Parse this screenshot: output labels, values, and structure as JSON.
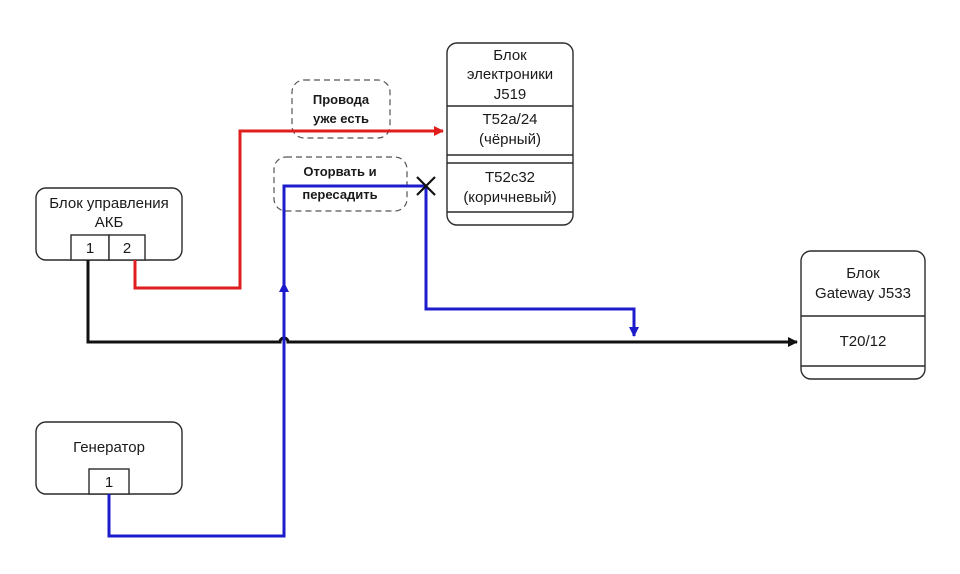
{
  "colors": {
    "red_wire": "#e01e1e",
    "blue_wire": "#1c1ccc",
    "black_wire": "#111111"
  },
  "blocks": {
    "battery_control": {
      "line1": "Блок управления",
      "line2": "АКБ",
      "pin1": "1",
      "pin2": "2"
    },
    "generator": {
      "title": "Генератор",
      "pin1": "1"
    },
    "electronics": {
      "line1": "Блок",
      "line2": "электроники",
      "line3": "J519",
      "conn1_line1": "T52a/24",
      "conn1_line2": "(чёрный)",
      "conn2_line1": "T52c32",
      "conn2_line2": "(коричневый)"
    },
    "gateway": {
      "line1": "Блок",
      "line2": "Gateway J533",
      "conn": "T20/12"
    }
  },
  "notes": {
    "wires_exist": {
      "line1": "Провода",
      "line2": "уже есть"
    },
    "detach_move": {
      "line1": "Оторвать и",
      "line2": "пересадить"
    }
  }
}
